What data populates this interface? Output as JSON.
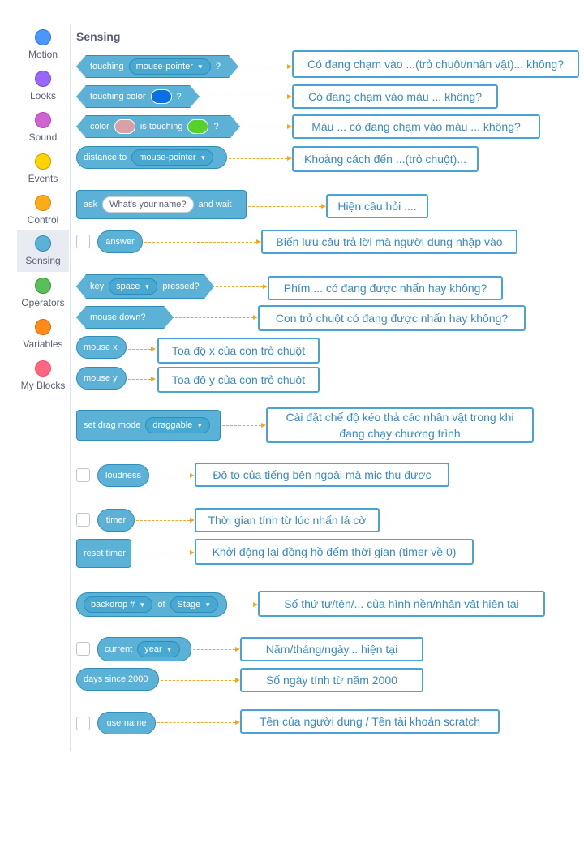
{
  "categories": [
    {
      "label": "Motion",
      "color": "#4c97ff"
    },
    {
      "label": "Looks",
      "color": "#9966ff"
    },
    {
      "label": "Sound",
      "color": "#cf63cf"
    },
    {
      "label": "Events",
      "color": "#ffd500"
    },
    {
      "label": "Control",
      "color": "#ffab19"
    },
    {
      "label": "Sensing",
      "color": "#5cb1d6"
    },
    {
      "label": "Operators",
      "color": "#59c059"
    },
    {
      "label": "Variables",
      "color": "#ff8c1a"
    },
    {
      "label": "My Blocks",
      "color": "#ff6680"
    }
  ],
  "active_category": "Sensing",
  "section_title": "Sensing",
  "blocks": {
    "touching": {
      "text": "touching",
      "dropdown": "mouse-pointer",
      "q": "?"
    },
    "touching_color": {
      "text": "touching color",
      "swatch": "#0a6fe0",
      "q": "?"
    },
    "color_touching": {
      "text1": "color",
      "swatch1": "#d9a0a6",
      "text2": "is touching",
      "swatch2": "#55d12a",
      "q": "?"
    },
    "distance": {
      "text": "distance to",
      "dropdown": "mouse-pointer"
    },
    "ask": {
      "text1": "ask",
      "input": "What's your name?",
      "text2": "and wait"
    },
    "answer": {
      "text": "answer"
    },
    "key_pressed": {
      "text1": "key",
      "dropdown": "space",
      "text2": "pressed?"
    },
    "mouse_down": {
      "text": "mouse down?"
    },
    "mouse_x": {
      "text": "mouse x"
    },
    "mouse_y": {
      "text": "mouse y"
    },
    "drag_mode": {
      "text": "set drag mode",
      "dropdown": "draggable"
    },
    "loudness": {
      "text": "loudness"
    },
    "timer": {
      "text": "timer"
    },
    "reset_timer": {
      "text": "reset timer"
    },
    "backdrop": {
      "dropdown1": "backdrop #",
      "text": "of",
      "dropdown2": "Stage"
    },
    "current": {
      "text": "current",
      "dropdown": "year"
    },
    "days_since": {
      "text": "days since 2000"
    },
    "username": {
      "text": "username"
    }
  },
  "notes": {
    "touching": "Có đang chạm vào ...(trỏ chuột/nhân vật)... không?",
    "touching_color": "Có đang chạm vào màu ... không?",
    "color_touching": "Màu ... có đang chạm vào màu ... không?",
    "distance": "Khoảng cách đến ...(trỏ chuột)...",
    "ask": "Hiện câu hỏi ....",
    "answer": "Biến lưu câu trả lời mà người dung nhập vào",
    "key_pressed": "Phím ... có đang được nhấn hay không?",
    "mouse_down": "Con trỏ chuột có đang được nhấn hay không?",
    "mouse_x": "Toạ độ x của con trỏ chuột",
    "mouse_y": "Toạ độ y của con trỏ chuột",
    "drag_mode": "Cài đặt chế độ kéo thả các nhân vật trong khi đang chạy chương trình",
    "loudness": "Độ to của tiếng bên ngoài mà mic thu được",
    "timer": "Thời gian tính từ lúc nhấn lá cờ",
    "reset_timer": "Khởi động lại đồng hồ đếm thời gian (timer về 0)",
    "backdrop": "Số thứ tự/tên/... của hình nền/nhân vật hiện tại",
    "current": "Năm/tháng/ngày... hiện tại",
    "days_since": "Số ngày tính từ năm 2000",
    "username": "Tên của người dung / Tên tài khoản scratch"
  }
}
